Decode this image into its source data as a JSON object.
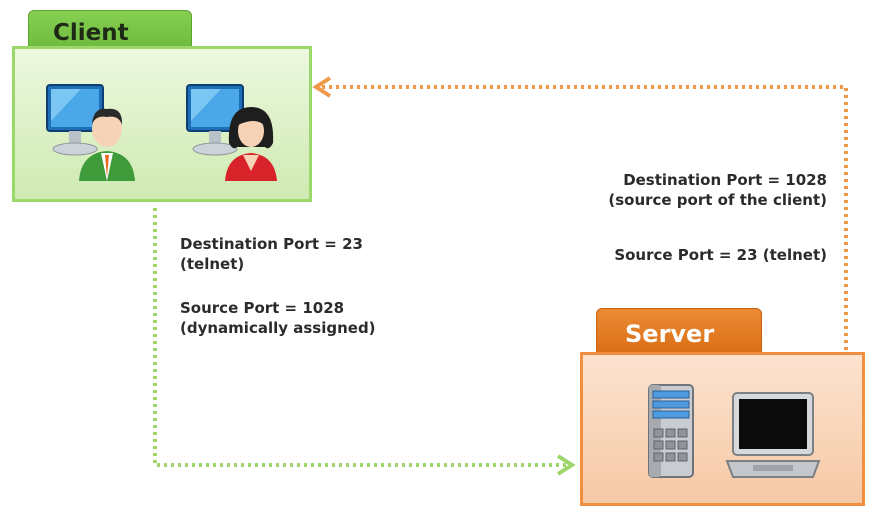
{
  "client": {
    "title": "Client",
    "icons": [
      "male-user-computer-icon",
      "female-user-computer-icon"
    ]
  },
  "server": {
    "title": "Server",
    "icons": [
      "server-tower-icon",
      "laptop-icon"
    ]
  },
  "request": {
    "dest_line1": "Destination Port = 23",
    "dest_line2": "(telnet)",
    "src_line1": "Source Port = 1028",
    "src_line2": "(dynamically assigned)"
  },
  "response": {
    "dest_line1": "Destination Port = 1028",
    "dest_line2": "(source port of the client)",
    "src_line1": "Source Port = 23 (telnet)"
  },
  "colors": {
    "client_green": "#7cc74a",
    "server_orange": "#e87b23",
    "request_arrow": "#9fd66c",
    "response_arrow": "#ef9a4a"
  }
}
